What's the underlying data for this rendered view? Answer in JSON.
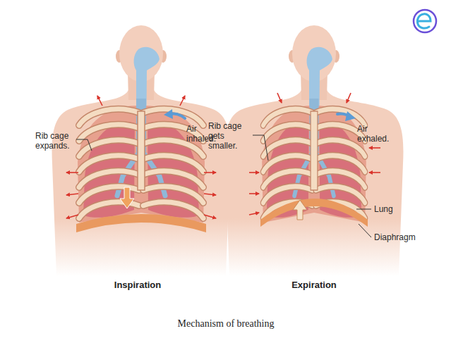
{
  "diagram": {
    "caption": "Mechanism of breathing",
    "labels": [
      "Rib cage expands.",
      "Air inhaled.",
      "Rib cage gets smaller.",
      "Air exhaled.",
      "Lung",
      "Diaphragm",
      "Inspiration",
      "Expiration"
    ]
  }
}
